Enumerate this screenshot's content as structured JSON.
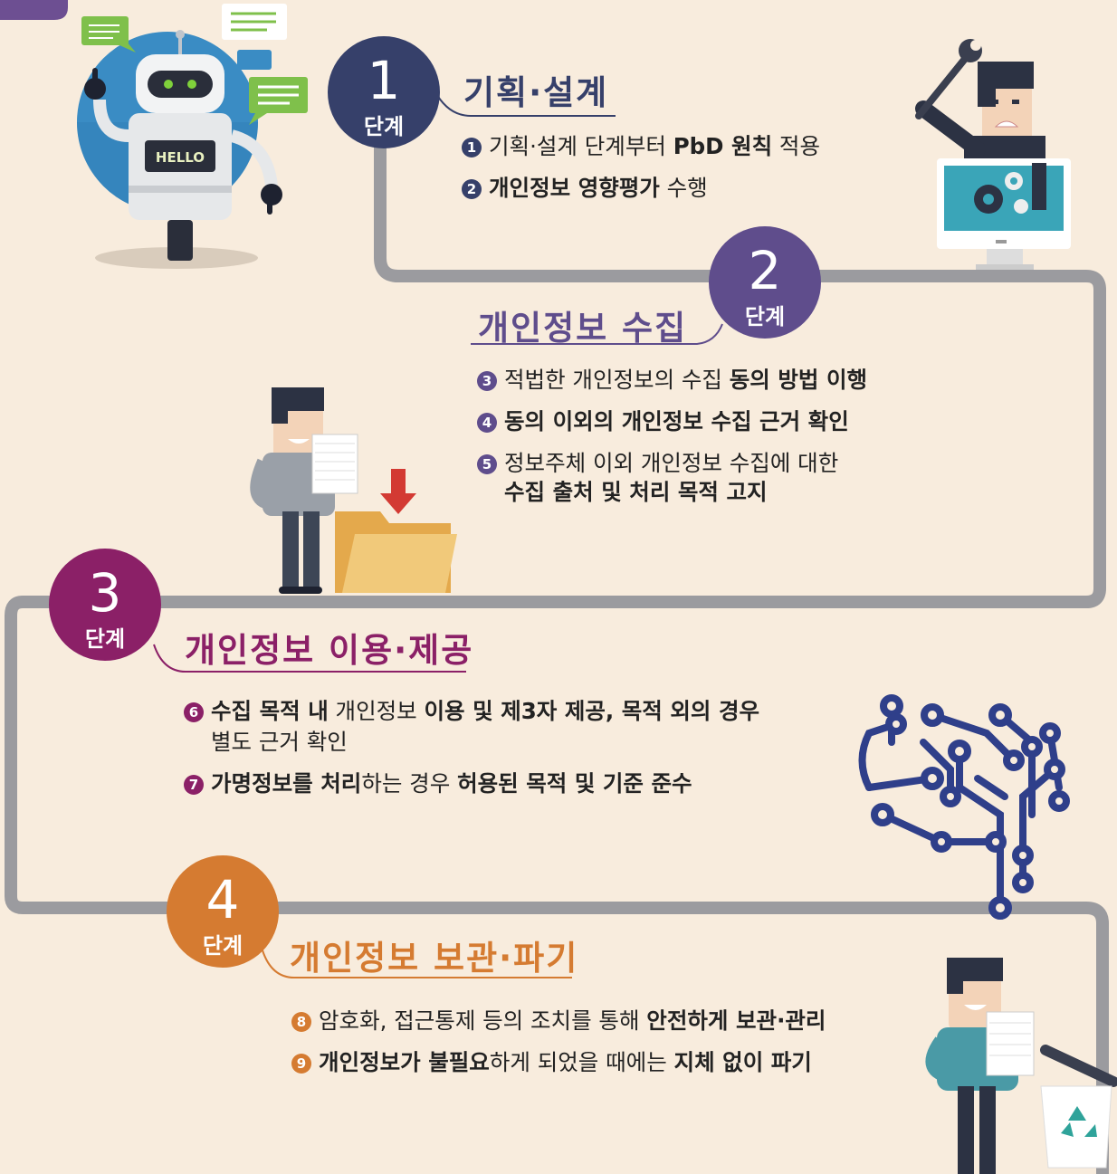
{
  "colors": {
    "background": "#f8ecdd",
    "path": "#9b9b9f",
    "stage1": "#36406a",
    "stage2": "#5f4d8c",
    "stage3": "#8b2067",
    "stage4": "#d57b31"
  },
  "stages": [
    {
      "num": "1",
      "label": "단계",
      "title": "기획·설계",
      "items": [
        {
          "bullet": "1",
          "parts": [
            {
              "t": "기획·설계 단계부터 ",
              "b": false
            },
            {
              "t": "PbD 원칙",
              "b": true
            },
            {
              "t": " 적용",
              "b": false
            }
          ]
        },
        {
          "bullet": "2",
          "parts": [
            {
              "t": "개인정보 영향평가",
              "b": true
            },
            {
              "t": " 수행",
              "b": false
            }
          ]
        }
      ]
    },
    {
      "num": "2",
      "label": "단계",
      "title": "개인정보 수집",
      "items": [
        {
          "bullet": "3",
          "parts": [
            {
              "t": "적법한 개인정보의 수집 ",
              "b": false
            },
            {
              "t": "동의 방법 이행",
              "b": true
            }
          ]
        },
        {
          "bullet": "4",
          "parts": [
            {
              "t": "동의 이외의 개인정보 수집 근거 확인",
              "b": true
            }
          ]
        },
        {
          "bullet": "5",
          "parts": [
            {
              "t": "정보주체 이외 개인정보 수집에 대한",
              "b": false
            }
          ]
        },
        {
          "bullet": "",
          "parts": [
            {
              "t": "수집 출처 및 처리 목적 고지",
              "b": true
            }
          ]
        }
      ]
    },
    {
      "num": "3",
      "label": "단계",
      "title": "개인정보 이용·제공",
      "items": [
        {
          "bullet": "6",
          "parts": [
            {
              "t": "수집 목적 내",
              "b": true
            },
            {
              "t": " 개인정보 ",
              "b": false
            },
            {
              "t": "이용 및 제3자 제공, 목적 외의 경우",
              "b": true
            }
          ]
        },
        {
          "bullet": "",
          "parts": [
            {
              "t": "별도 근거 확인",
              "b": false
            }
          ]
        },
        {
          "bullet": "7",
          "parts": [
            {
              "t": "가명정보를 처리",
              "b": true
            },
            {
              "t": "하는 경우 ",
              "b": false
            },
            {
              "t": "허용된 목적 및 기준 준수",
              "b": true
            }
          ]
        }
      ]
    },
    {
      "num": "4",
      "label": "단계",
      "title": "개인정보 보관·파기",
      "items": [
        {
          "bullet": "8",
          "parts": [
            {
              "t": "암호화, 접근통제 등의 조치를 통해 ",
              "b": false
            },
            {
              "t": "안전하게 보관·관리",
              "b": true
            }
          ]
        },
        {
          "bullet": "9",
          "parts": [
            {
              "t": "개인정보가 불필요",
              "b": true
            },
            {
              "t": "하게 되었을 때에는 ",
              "b": false
            },
            {
              "t": "지체 없이 파기",
              "b": true
            }
          ]
        }
      ]
    }
  ],
  "robot": {
    "sign": "HELLO"
  }
}
